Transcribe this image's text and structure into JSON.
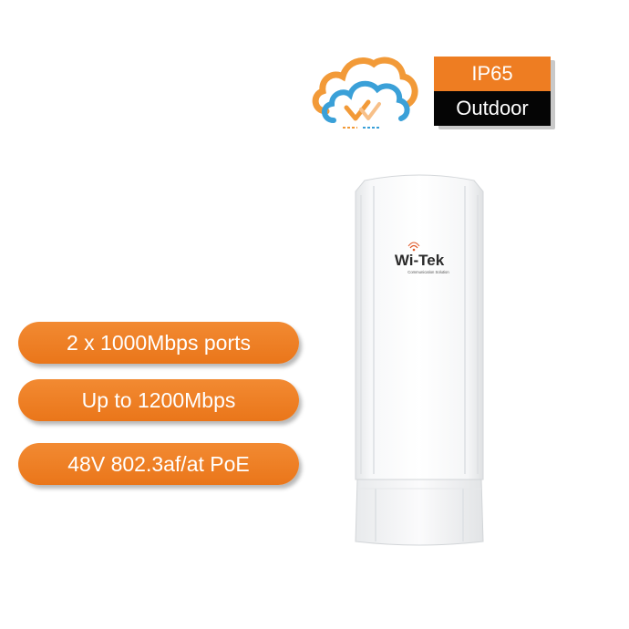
{
  "badge": {
    "top": "IP65",
    "bottom": "Outdoor"
  },
  "features": [
    "2 x 1000Mbps ports",
    "Up to 1200Mbps",
    "48V 802.3af/at PoE"
  ],
  "device": {
    "brand": "Wi-Tek",
    "tagline": "Communication Solution"
  },
  "colors": {
    "accent": "#ee7d22",
    "dark": "#050505",
    "cloud_orange": "#f29a38",
    "cloud_blue": "#3aa0d8"
  },
  "icons": [
    "cloud-wifi-logo-icon"
  ]
}
